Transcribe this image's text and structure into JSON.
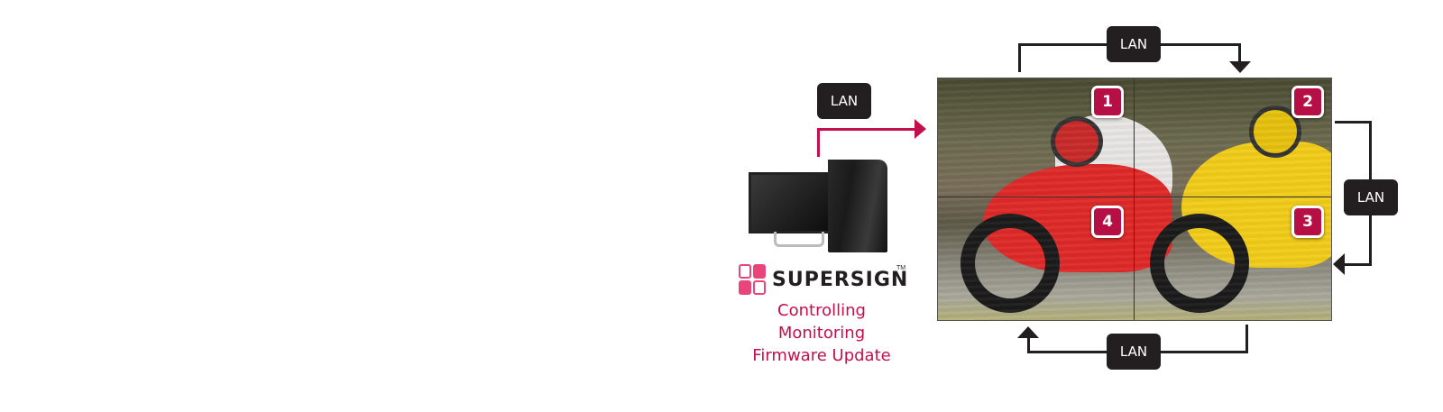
{
  "diagram": {
    "software": {
      "brand": "SuperSign",
      "trademark": "TM",
      "functions": [
        "Controlling",
        "Monitoring",
        "Firmware Update"
      ]
    },
    "connections": {
      "pc_to_wall": "LAN",
      "top": "LAN",
      "right": "LAN",
      "bottom": "LAN"
    },
    "video_wall": {
      "panels": [
        "1",
        "2",
        "3",
        "4"
      ]
    },
    "colors": {
      "accent": "#c4104a",
      "badge": "#b50f45",
      "label_bg": "#231f20",
      "line": "#231f20"
    }
  }
}
